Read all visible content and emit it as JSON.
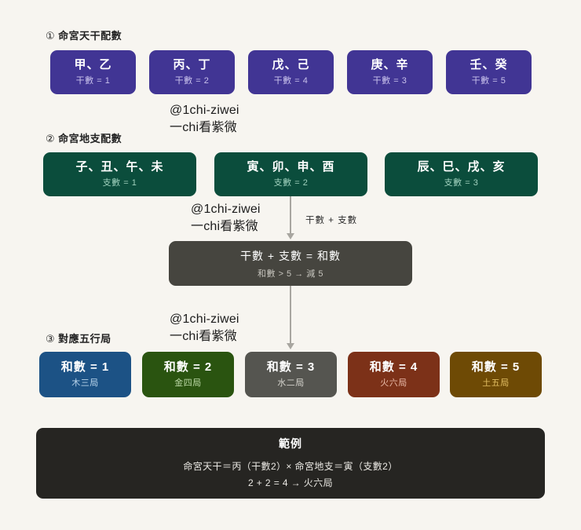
{
  "page": {
    "background_color": "#f7f5f0"
  },
  "sections": [
    {
      "number": "①",
      "label": "命宮天干配數"
    },
    {
      "number": "②",
      "label": "命宮地支配數"
    },
    {
      "number": "③",
      "label": "對應五行局"
    }
  ],
  "stems_row": {
    "color": "#413594",
    "cards": [
      {
        "title": "甲、乙",
        "sub": "干數 = 1"
      },
      {
        "title": "丙、丁",
        "sub": "干數 = 2"
      },
      {
        "title": "戊、己",
        "sub": "干數 = 4"
      },
      {
        "title": "庚、辛",
        "sub": "干數 = 3"
      },
      {
        "title": "壬、癸",
        "sub": "干數 = 5"
      }
    ]
  },
  "branches_row": {
    "color": "#0b4d3c",
    "cards": [
      {
        "title": "子、丑、午、未",
        "sub": "支數 = 1"
      },
      {
        "title": "寅、卯、申、酉",
        "sub": "支數 = 2"
      },
      {
        "title": "辰、巳、戌、亥",
        "sub": "支數 = 3"
      }
    ]
  },
  "edge_label": "干數 + 支數",
  "formula_box": {
    "color": "#46453f",
    "main": "干數 + 支數 = 和數",
    "sub": "和數 > 5 → 減 5"
  },
  "results_row": {
    "cards": [
      {
        "title": "和數 = 1",
        "sub": "木三局",
        "color": "#1c5285"
      },
      {
        "title": "和數 = 2",
        "sub": "金四局",
        "color": "#2a5410"
      },
      {
        "title": "和數 = 3",
        "sub": "水二局",
        "color": "#555550"
      },
      {
        "title": "和數 = 4",
        "sub": "火六局",
        "color": "#7c3118"
      },
      {
        "title": "和數 = 5",
        "sub": "土五局",
        "color": "#6e4a05"
      }
    ]
  },
  "example_box": {
    "color": "#262522",
    "title": "範例",
    "line1": "命宮天干＝丙（干數2）× 命宮地支＝寅（支數2）",
    "line2": "2 + 2 = 4 → 火六局"
  },
  "watermarks": [
    {
      "line1": "@1chi-ziwei",
      "line2": "一chi看紫微"
    },
    {
      "line1": "@1chi-ziwei",
      "line2": "一chi看紫微"
    },
    {
      "line1": "@1chi-ziwei",
      "line2": "一chi看紫微"
    }
  ]
}
